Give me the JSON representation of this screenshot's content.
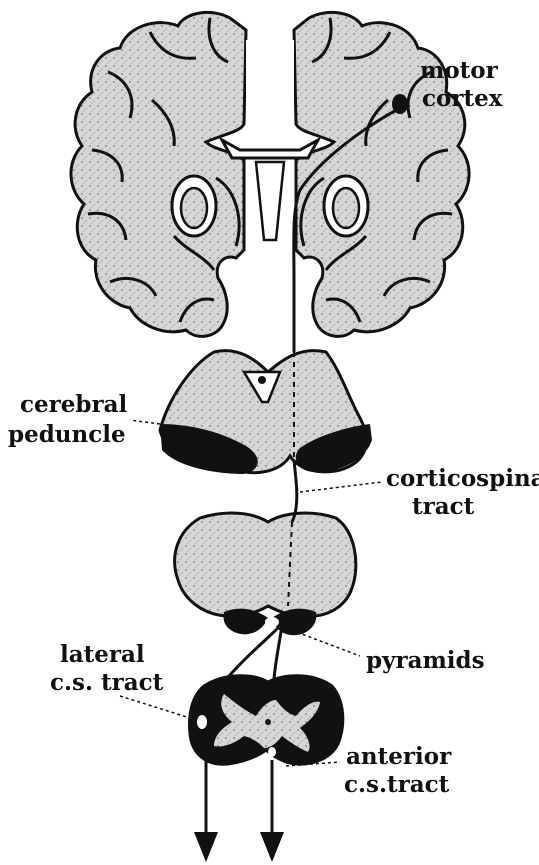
{
  "labels": {
    "motor_cortex": [
      "motor",
      "cortex"
    ],
    "cerebral_peduncle": [
      "cerebral",
      "peduncle"
    ],
    "corticospinal_tract": [
      "corticospinal",
      "tract"
    ],
    "pyramids": "pyramids",
    "lateral_cs_tract": [
      "lateral",
      "c.s. tract"
    ],
    "anterior_cs_tract": [
      "anterior",
      "c.s.tract"
    ]
  },
  "colors": {
    "tissue": "#d9d9d9",
    "outline": "#111111",
    "tract": "#111111",
    "background": "#ffffff"
  }
}
